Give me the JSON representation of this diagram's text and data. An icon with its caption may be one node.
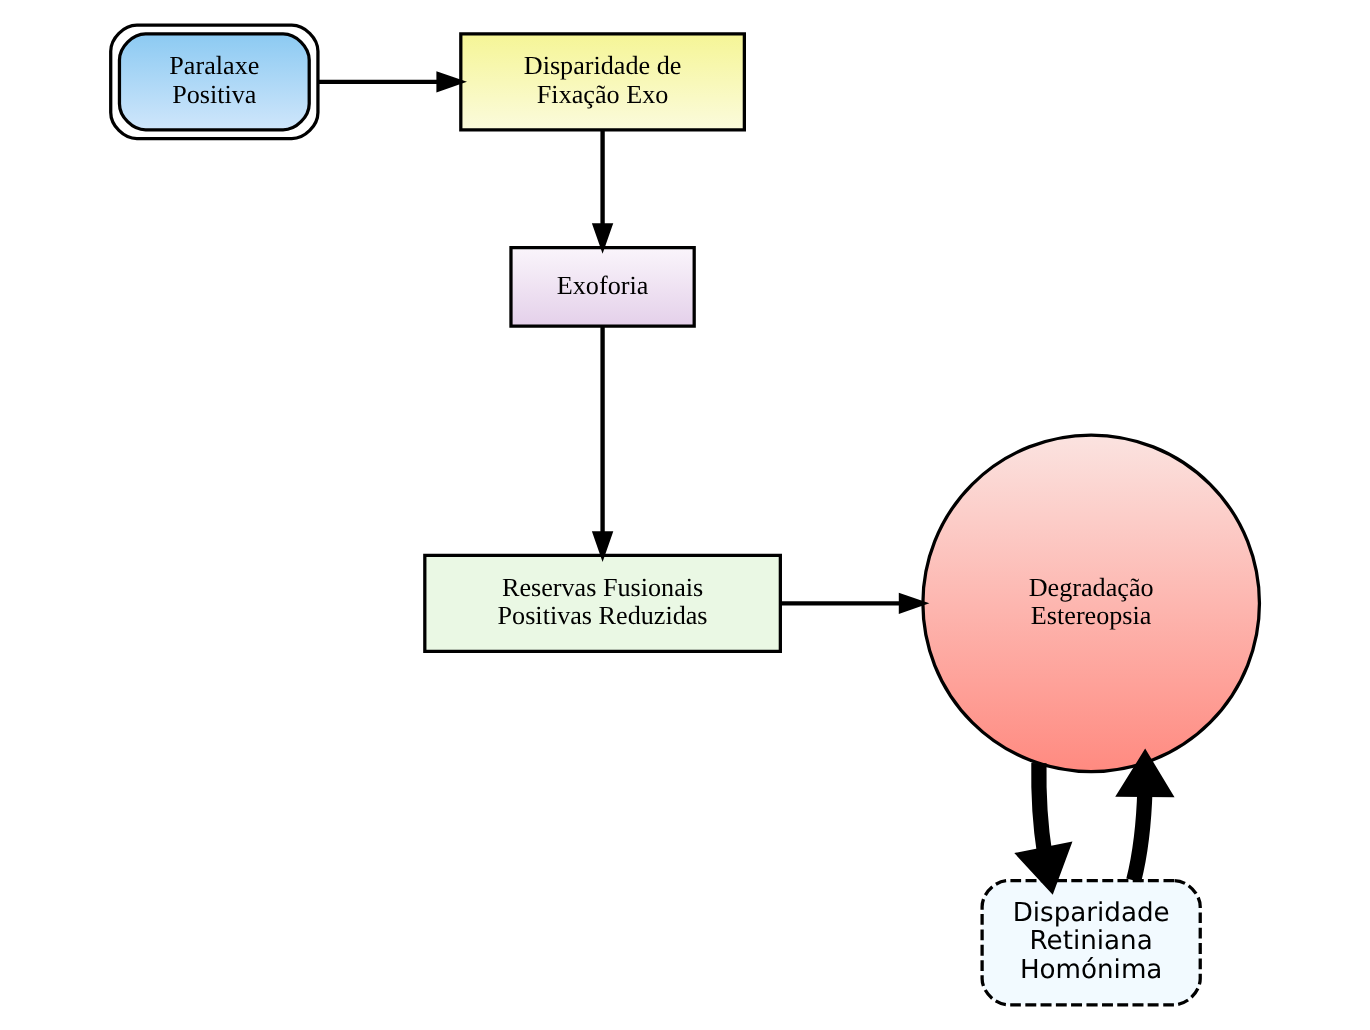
{
  "diagram": {
    "nodes": [
      {
        "text": [
          "Paralaxe Positiva"
        ]
      },
      {
        "text": [
          "Disparidade Retiniana Homónima"
        ]
      },
      {
        "text": [
          "Disparidade de Fixação Exo"
        ]
      },
      {
        "text": [
          "Exoforia"
        ]
      },
      {
        "text": [
          "Reservas Fusionais Positivas Reduzidas"
        ]
      },
      {
        "text": [
          "Degradação Estereopsia"
        ]
      }
    ],
    "edges": [
      {
        "from": 0,
        "to": 2,
        "arrow": "to"
      },
      {
        "from": 2,
        "to": 3,
        "arrow": "to"
      },
      {
        "from": 3,
        "to": 4,
        "arrow": "to"
      },
      {
        "from": 4,
        "to": 5,
        "arrow": "to"
      },
      {
        "from": 1,
        "to": 5,
        "arrow": "to",
        "style": "thick"
      },
      {
        "from": 5,
        "to": 1,
        "arrow": "to",
        "style": "thick"
      }
    ]
  }
}
